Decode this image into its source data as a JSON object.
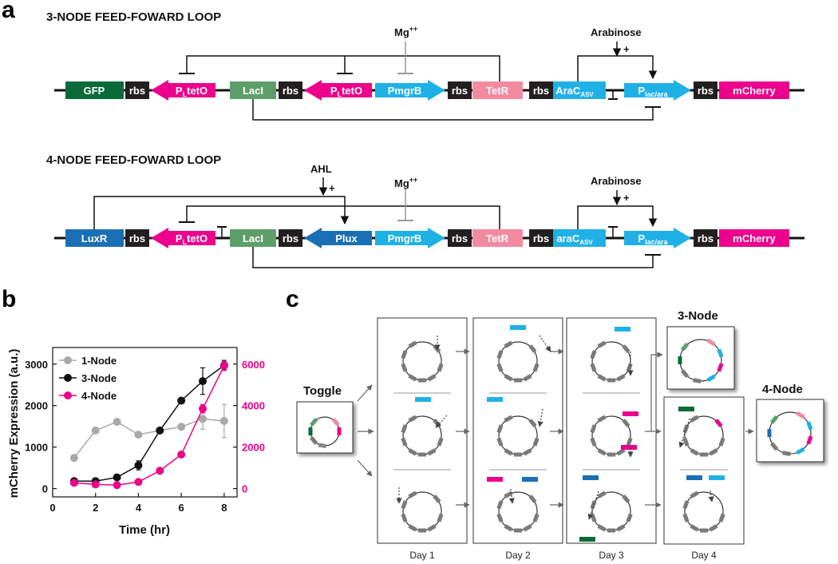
{
  "panels": {
    "a": "a",
    "b": "b",
    "c": "c"
  },
  "colors": {
    "gfp": "#0a6b3a",
    "rbs": "#231f20",
    "pink": "#ec008c",
    "laci": "#5e9e6a",
    "cyan": "#1fb1e6",
    "tetr": "#f28aa0",
    "blue": "#1a6fb4",
    "gray": "#888888",
    "plasmid": "#7a7a7a"
  },
  "circuit_3node": {
    "title": "3-NODE FEED-FOWARD LOOP",
    "parts": [
      "GFP",
      "rbs",
      "PLtetO",
      "LacI",
      "rbs",
      "PLtetO",
      "PmgrB",
      "rbs",
      "TetR",
      "rbs",
      "AraC",
      "Plac/ara",
      "rbs",
      "mCherry"
    ],
    "inducers": {
      "mg": "Mg",
      "mg_sup": "++",
      "ara": "Arabinose",
      "plus": "+"
    },
    "sub": {
      "ara_sub": "ASV",
      "ptet_sub": "L",
      "plac_sub": "lac/ara"
    }
  },
  "circuit_4node": {
    "title": "4-NODE FEED-FOWARD LOOP",
    "parts": [
      "LuxR",
      "rbs",
      "PLtetO",
      "LacI",
      "rbs",
      "Plux",
      "PmgrB",
      "rbs",
      "TetR",
      "rbs",
      "araC",
      "Plac/ara",
      "rbs",
      "mCherry"
    ],
    "inducers": {
      "ahl": "AHL",
      "mg": "Mg",
      "mg_sup": "++",
      "ara": "Arabinose",
      "plus": "+"
    }
  },
  "chart_data": {
    "type": "line",
    "xlabel": "Time (hr)",
    "ylabel": "mCherry Expression (a.u.)",
    "x": [
      1,
      2,
      3,
      4,
      5,
      6,
      7,
      8
    ],
    "xlim": [
      0,
      8.6
    ],
    "ylim_left": [
      -200,
      3400
    ],
    "ylim_right": [
      -400,
      6800
    ],
    "xticks": [
      "0",
      "2",
      "4",
      "6",
      "8"
    ],
    "yticks_left": [
      "0",
      "1000",
      "2000",
      "3000"
    ],
    "yticks_right": [
      "0",
      "2000",
      "4000",
      "6000"
    ],
    "legend_position": "top-left",
    "series": [
      {
        "name": "1-Node",
        "axis": "left",
        "color": "#a9a9a9",
        "values": [
          740,
          1400,
          1610,
          1300,
          1400,
          1490,
          1680,
          1630
        ],
        "err": [
          0,
          0,
          0,
          0,
          0,
          0,
          250,
          400
        ]
      },
      {
        "name": "3-Node",
        "axis": "left",
        "color": "#111111",
        "values": [
          180,
          180,
          270,
          560,
          1400,
          2120,
          2590,
          2970
        ],
        "err": [
          0,
          0,
          0,
          110,
          0,
          0,
          320,
          120
        ]
      },
      {
        "name": "4-Node",
        "axis": "right",
        "color": "#ec008c",
        "values": [
          280,
          200,
          170,
          320,
          860,
          1640,
          3850,
          5920
        ],
        "err": [
          0,
          0,
          0,
          0,
          0,
          0,
          200,
          200
        ]
      }
    ]
  },
  "panel_c": {
    "toggle": "Toggle",
    "three_node": "3-Node",
    "four_node": "4-Node",
    "days": [
      "Day 1",
      "Day 2",
      "Day 3",
      "Day 4"
    ]
  }
}
